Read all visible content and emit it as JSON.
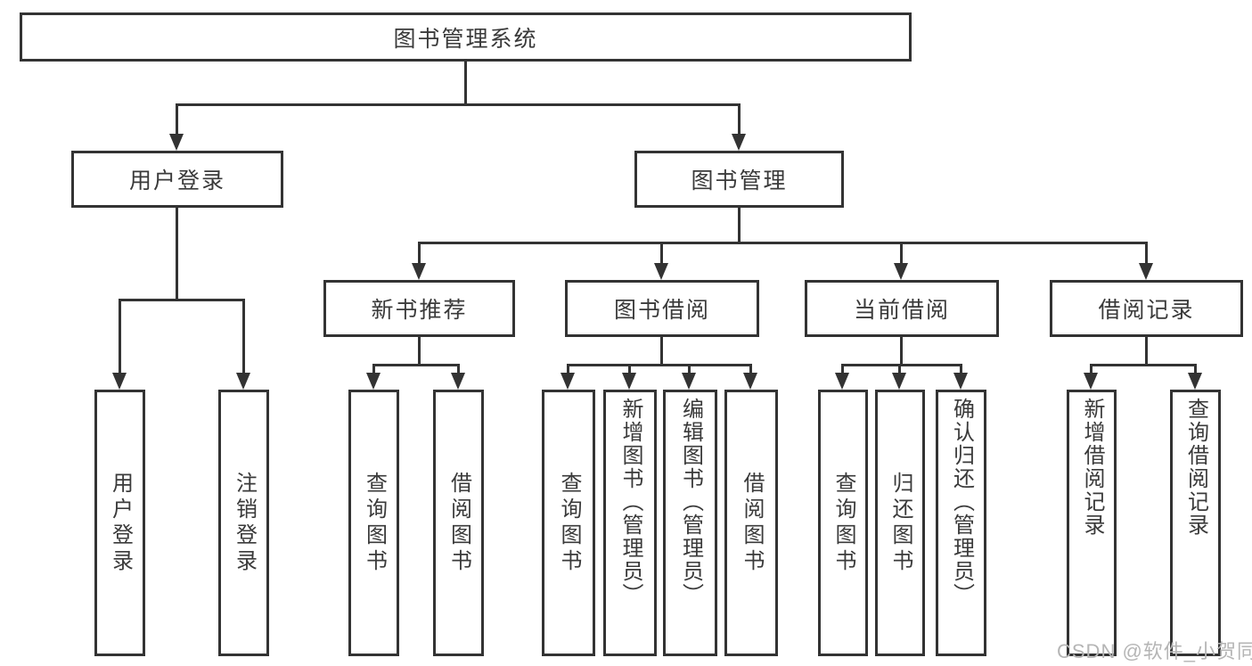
{
  "nodes": {
    "root": "图书管理系统",
    "user_login": "用户登录",
    "book_management": "图书管理",
    "new_book_recommend": "新书推荐",
    "book_borrowing": "图书借阅",
    "current_borrowing": "当前借阅",
    "borrowing_records": "借阅记录",
    "leaf_user_login": "用户登录",
    "leaf_logout": "注销登录",
    "rec_query_book": "查询图书",
    "rec_borrow_book": "借阅图书",
    "bb_query_book": "查询图书",
    "bb_add_book": "新增图书（管理员）",
    "bb_edit_book": "编辑图书（管理员）",
    "bb_borrow_book": "借阅图书",
    "cb_query_book": "查询图书",
    "cb_return_book": "归还图书",
    "cb_confirm_return": "确认归还（管理员）",
    "br_add_record": "新增借阅记录",
    "br_query_record": "查询借阅记录"
  },
  "hierarchy": {
    "图书管理系统": {
      "用户登录": [
        "用户登录",
        "注销登录"
      ],
      "图书管理": {
        "新书推荐": [
          "查询图书",
          "借阅图书"
        ],
        "图书借阅": [
          "查询图书",
          "新增图书（管理员）",
          "编辑图书（管理员）",
          "借阅图书"
        ],
        "当前借阅": [
          "查询图书",
          "归还图书",
          "确认归还（管理员）"
        ],
        "借阅记录": [
          "新增借阅记录",
          "查询借阅记录"
        ]
      }
    }
  },
  "watermark": "CSDN @软件_小贺同学",
  "colors": {
    "line": "#333333",
    "text": "#3a3a3a",
    "background": "#ffffff",
    "watermark": "#b5b5b5"
  }
}
